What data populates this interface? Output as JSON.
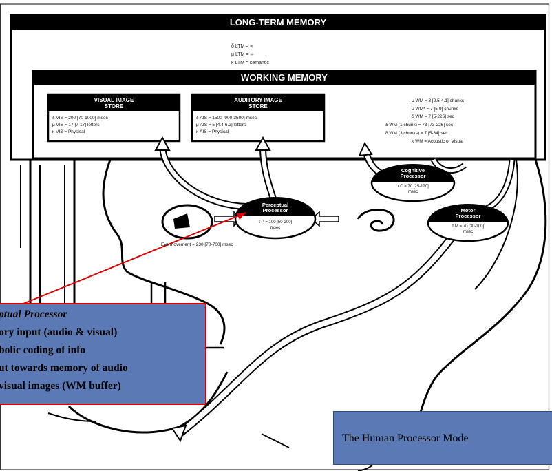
{
  "ltm": {
    "title": "LONG-TERM MEMORY",
    "lines": [
      "δ LTM = ∞",
      "μ LTM = ∞",
      "κ LTM = semantic"
    ]
  },
  "wm": {
    "title": "WORKING MEMORY",
    "params": [
      "μ WM = 3 [2.5-4.1] chunks",
      "μ WM* = 7 [5-9] chunks",
      "δ WM = 7 [5-226] sec",
      "δ WM (1 chunk) = 73 [73-226] sec",
      "δ WM (3 chunks) = 7 [5-34] sec",
      "κ WM = Acoustic or Visual"
    ]
  },
  "vis": {
    "title1": "VISUAL IMAGE",
    "title2": "STORE",
    "lines": [
      "δ VIS = 200 [70-1000] msec",
      "μ VIS = 17 [7-17] letters",
      "κ VIS = Physical"
    ]
  },
  "aud": {
    "title1": "AUDITORY IMAGE",
    "title2": "STORE",
    "lines": [
      "δ AIS = 1500 [900-3500] msec",
      "μ AIS = 5 [4.4-6.2] letters",
      "κ AIS = Physical"
    ]
  },
  "perceptual": {
    "title1": "Perceptual",
    "title2": "Processor",
    "value1": "τ P = 100 [50-200]",
    "value2": "msec"
  },
  "cognitive": {
    "title1": "Cognitive",
    "title2": "Processor",
    "value1": "τ C = 70 [25-170]",
    "value2": "msec"
  },
  "motor": {
    "title1": "Motor",
    "title2": "Processor",
    "value1": "τ M = 70 [30-100]",
    "value2": "msec"
  },
  "eye_movement": "Eye movement = 230 [70-700] msec",
  "callout": {
    "title": "ptual Processor",
    "lines": [
      "ory input  (audio & visual)",
      "bolic coding of info",
      "ut towards memory of audio",
      "visual images  (WM buffer)"
    ]
  },
  "caption": "The Human Processor Mode",
  "colors": {
    "callout_bg": "#5b79b4",
    "callout_border": "#e00000",
    "pointer_line": "#e00000",
    "header_bg": "#000000"
  }
}
